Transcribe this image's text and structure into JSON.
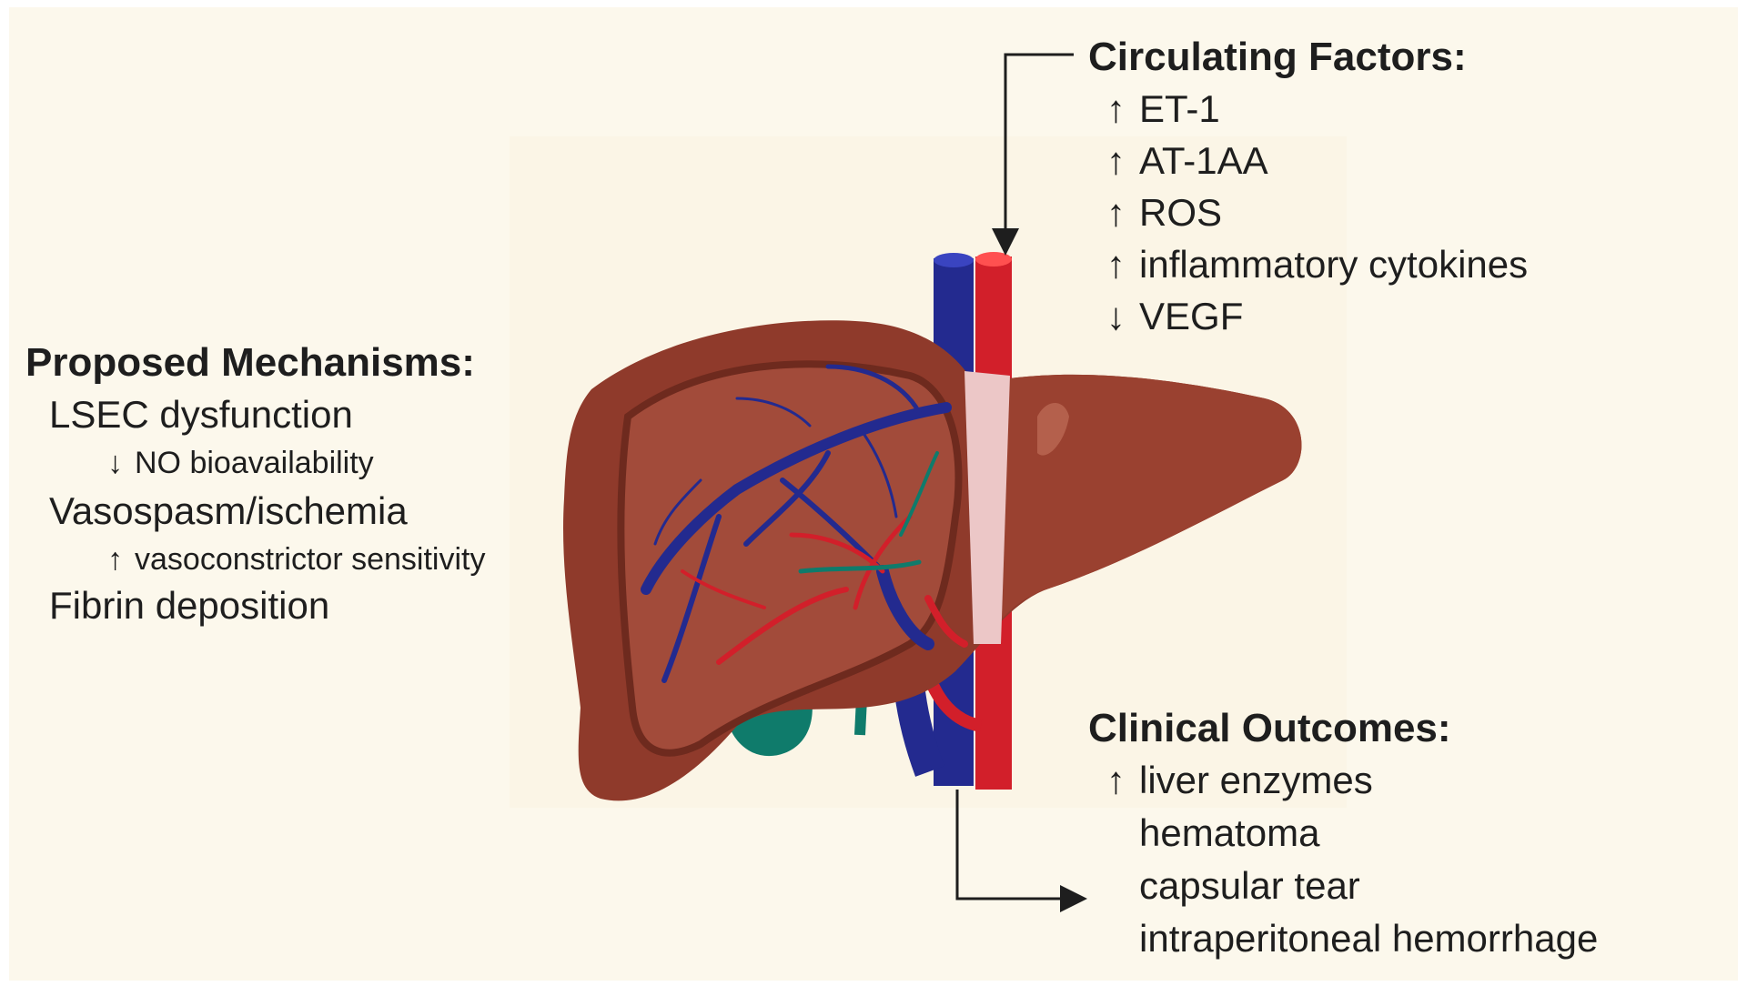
{
  "colors": {
    "background": "#fcf8ec",
    "liver_dark": "#7a2e22",
    "liver_main": "#8f3a2b",
    "liver_inner": "#a24b3a",
    "vein_blue": "#232a8f",
    "artery_red": "#d21f2a",
    "duct_teal": "#0f7b6b",
    "ligament_pink": "#ecc7c7",
    "text": "#1e1e1e"
  },
  "circulating": {
    "heading": "Circulating Factors:",
    "items": [
      {
        "arrow": "↑",
        "text": "ET-1"
      },
      {
        "arrow": "↑",
        "text": "AT-1AA"
      },
      {
        "arrow": "↑",
        "text": "ROS"
      },
      {
        "arrow": "↑",
        "text": "inflammatory cytokines"
      },
      {
        "arrow": "↓",
        "text": "VEGF"
      }
    ]
  },
  "mechanisms": {
    "heading": "Proposed Mechanisms:",
    "items": [
      {
        "text": "LSEC dysfunction"
      },
      {
        "arrow": "↓",
        "text": "NO bioavailability"
      },
      {
        "text": "Vasospasm/ischemia"
      },
      {
        "arrow": "↑",
        "text": "vasoconstrictor sensitivity"
      },
      {
        "text": "Fibrin deposition"
      }
    ]
  },
  "outcomes": {
    "heading": "Clinical Outcomes:",
    "items": [
      {
        "arrow": "↑",
        "text": "liver enzymes"
      },
      {
        "text": "hematoma"
      },
      {
        "text": "capsular tear"
      },
      {
        "text": "intraperitoneal hemorrhage"
      }
    ]
  },
  "icons": {
    "connector_top": "arrow-connector-icon",
    "connector_bottom": "arrow-connector-icon",
    "illustration": "liver-illustration-icon"
  }
}
